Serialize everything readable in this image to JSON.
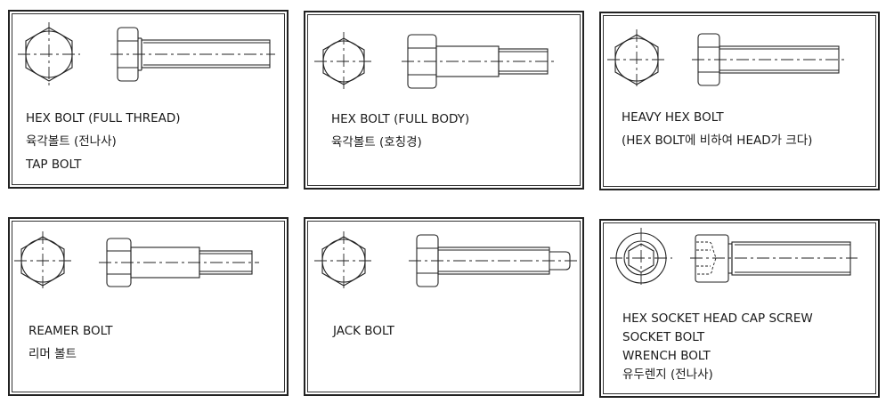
{
  "panels": [
    {
      "id": "hex-bolt-full-thread",
      "lines": [
        "HEX BOLT (FULL THREAD)",
        "육각볼트 (전나사)",
        "TAP BOLT"
      ]
    },
    {
      "id": "hex-bolt-full-body",
      "lines": [
        "HEX BOLT (FULL BODY)",
        "육각볼트 (호칭경)"
      ]
    },
    {
      "id": "heavy-hex-bolt",
      "lines": [
        "HEAVY HEX BOLT",
        "(HEX BOLT에 비하여 HEAD가 크다)"
      ]
    },
    {
      "id": "reamer-bolt",
      "lines": [
        "REAMER BOLT",
        "리머 볼트"
      ]
    },
    {
      "id": "jack-bolt",
      "lines": [
        "JACK BOLT"
      ]
    },
    {
      "id": "hex-socket-head-cap-screw",
      "lines": [
        "HEX SOCKET HEAD CAP SCREW",
        "SOCKET BOLT",
        "WRENCH BOLT",
        "유두렌지 (전나사)"
      ]
    }
  ]
}
